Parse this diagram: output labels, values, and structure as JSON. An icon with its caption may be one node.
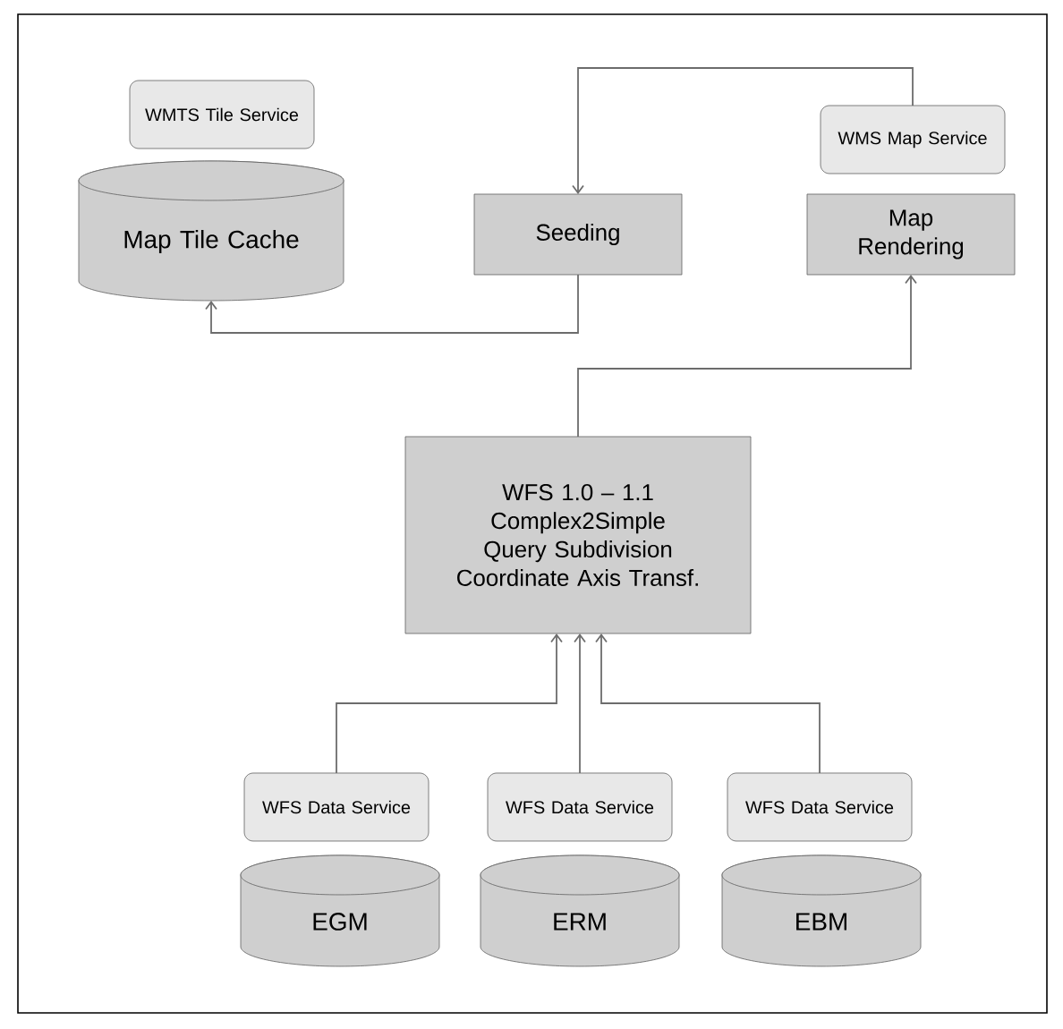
{
  "diagram": {
    "nodes": [
      {
        "text": [
          "WMTS Tile Service"
        ]
      },
      {
        "text": [
          "Map Tile Cache"
        ]
      },
      {
        "text": [
          "Seeding"
        ]
      },
      {
        "text": [
          "WMS Map Service"
        ]
      },
      {
        "text": [
          "Map Rendering"
        ]
      },
      {
        "text": [
          "WFS 1.0 – 1.1",
          "Complex2Simple",
          "Query Subdivision",
          "Coordinate Axis Transf."
        ]
      },
      {
        "text": [
          "WFS Data Service"
        ]
      },
      {
        "text": [
          "WFS Data Service"
        ]
      },
      {
        "text": [
          "WFS Data Service"
        ]
      },
      {
        "text": [
          "EGM"
        ]
      },
      {
        "text": [
          "ERM"
        ]
      },
      {
        "text": [
          "EBM"
        ]
      }
    ],
    "edges": [
      {
        "from": 2,
        "to": 1,
        "arrow": "to"
      },
      {
        "from": 3,
        "to": 2,
        "arrow": "to"
      },
      {
        "from": 5,
        "to": 4,
        "arrow": "to"
      },
      {
        "from": 6,
        "to": 5,
        "arrow": "to"
      },
      {
        "from": 7,
        "to": 5,
        "arrow": "to"
      },
      {
        "from": 8,
        "to": 5,
        "arrow": "to"
      }
    ]
  }
}
